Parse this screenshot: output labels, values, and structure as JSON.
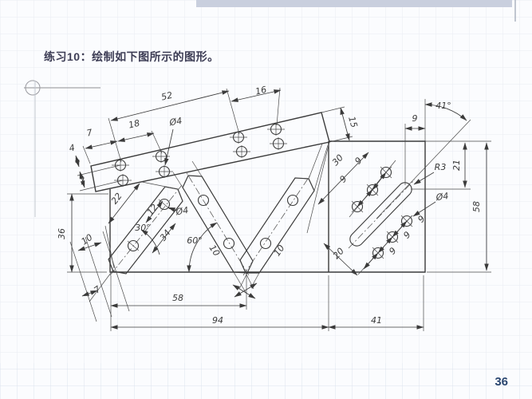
{
  "slide": {
    "title": "练习10：绘制如下图所示的图形。",
    "page_number": "36"
  },
  "colors": {
    "accent_bar": "#c9cfde",
    "title_text": "#3d3d55",
    "page_number_text": "#29456f",
    "drawing_line": "#3b3b3b",
    "grid_line": "#e9ecf3"
  },
  "drawing": {
    "description": "Dimensioned 2D technical drawing: slanted drilled strip over a base body with three drilled link plates and a right block containing an angled slot with two rows of holes",
    "dims": {
      "len52": "52",
      "len16": "16",
      "len18": "18",
      "len7_top": "7",
      "len4": "4",
      "len7_left": "7",
      "dia4_strip": "Ø4",
      "len15": "15",
      "len36": "36",
      "len22": "22",
      "len12": "12",
      "ang30": "30°",
      "len34": "34",
      "dia4_plate": "Ø4",
      "len10_lower_left": "10",
      "len7_lower_left": "7",
      "ang60": "60°",
      "len10_left_link": "10",
      "len10_right_link": "10",
      "len58_bottom": "58",
      "len94": "94",
      "len41": "41",
      "len30": "30",
      "len9_upper_1": "9",
      "len9_upper_2": "9",
      "len20": "20",
      "len9_lower_1": "9",
      "len9_lower_2": "9",
      "len9_lower_3": "9",
      "rad3": "R3",
      "dia4_right": "Ø4",
      "len9_top": "9",
      "ang41": "41°",
      "len21": "21",
      "len58_right": "58"
    }
  }
}
